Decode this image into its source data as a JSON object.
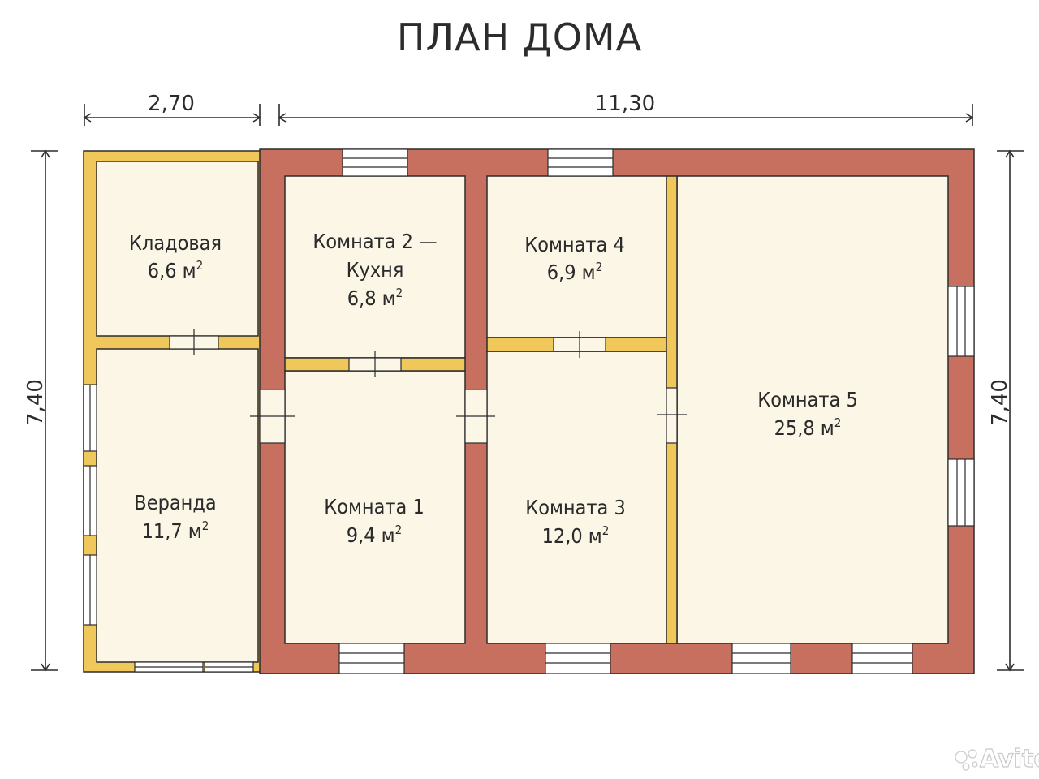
{
  "title": "ПЛАН ДОМА",
  "dimensions": {
    "veranda_width": "2,70",
    "house_width": "11,30",
    "height_left": "7,40",
    "height_right": "7,40"
  },
  "rooms": [
    {
      "name": "Кладовая",
      "area": "6,6 м",
      "sup": "2"
    },
    {
      "name": "Комната 2 —",
      "name2": "Кухня",
      "area": "6,8 м",
      "sup": "2"
    },
    {
      "name": "Комната 4",
      "area": "6,9 м",
      "sup": "2"
    },
    {
      "name": "Веранда",
      "area": "11,7 м",
      "sup": "2"
    },
    {
      "name": "Комната 1",
      "area": "9,4 м",
      "sup": "2"
    },
    {
      "name": "Комната 3",
      "area": "12,0 м",
      "sup": "2"
    },
    {
      "name": "Комната 5",
      "area": "25,8 м",
      "sup": "2"
    }
  ],
  "watermark": "Avito",
  "colors": {
    "brick_wall": "#c8705f",
    "wood_wall": "#f0c75a",
    "floor": "#fbf6e6",
    "window": "#ffffff",
    "line": "#2c2c2c"
  }
}
